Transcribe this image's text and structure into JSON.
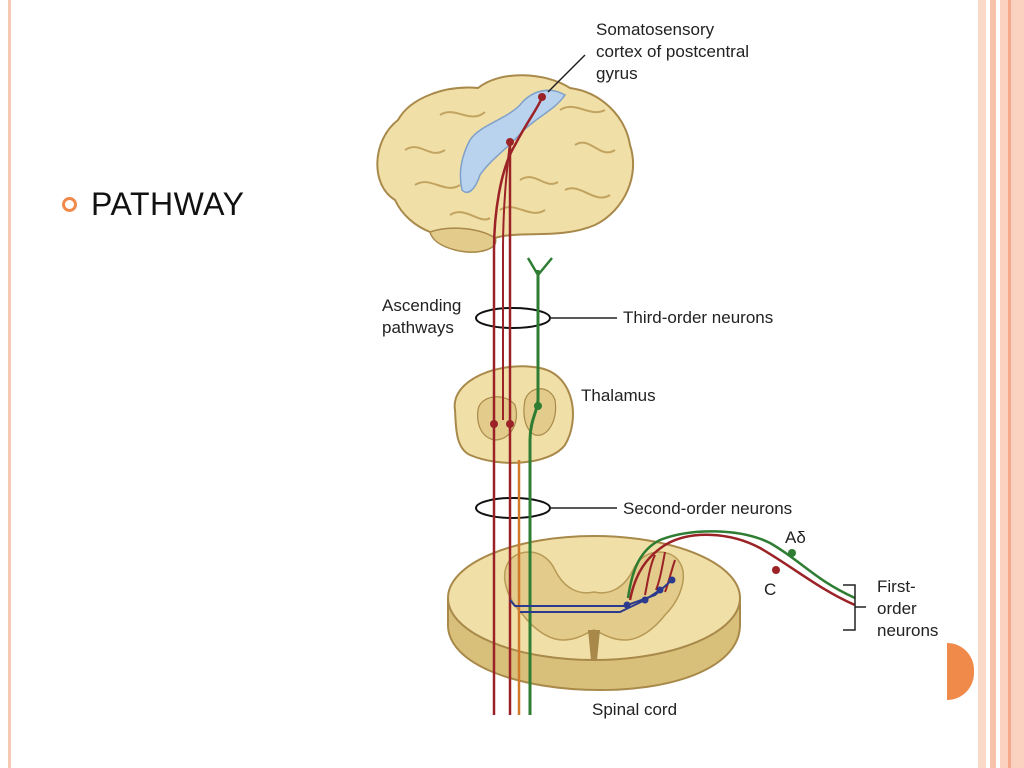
{
  "slide": {
    "bullet": "PATHWAY",
    "accent_color": "#f08a4b",
    "border_colors": [
      "#fbd2c0",
      "#f7b8a0"
    ]
  },
  "diagram": {
    "labels": {
      "cortex_line1": "Somatosensory",
      "cortex_line2": "cortex of postcentral",
      "cortex_line3": "gyrus",
      "ascending_line1": "Ascending",
      "ascending_line2": "pathways",
      "third_order": "Third-order neurons",
      "thalamus": "Thalamus",
      "second_order": "Second-order neurons",
      "a_delta": "Aδ",
      "c_fiber": "C",
      "first_order_line1": "First-",
      "first_order_line2": "order",
      "first_order_line3": "neurons",
      "spinal_cord": "Spinal cord"
    },
    "colors": {
      "red_pathway": "#9b2226",
      "green_pathway": "#2e7d32",
      "blue_interneuron": "#2b3a8c",
      "orange_pathway": "#d07a2a",
      "tissue": "#f1dfa8",
      "tissue_shadow": "#d9c07a",
      "cortex_highlight": "#b9d3ee"
    }
  }
}
